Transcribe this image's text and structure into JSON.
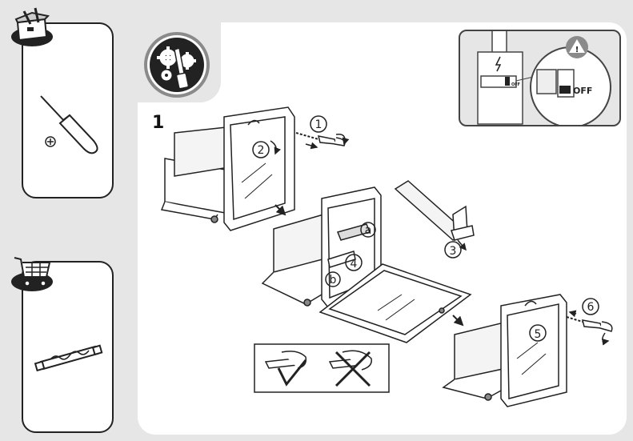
{
  "step": {
    "number": "1"
  },
  "power_switch": {
    "off_label": "OFF",
    "small_off_label": "OFF",
    "warning_symbol": "!"
  },
  "callouts": {
    "c1": "1",
    "c2": "2",
    "c3": "3",
    "c4": "4",
    "c5": "5",
    "c6": "6",
    "ca": "a",
    "cb": "b"
  },
  "icons": {
    "tools_badge": "toolbox-icon",
    "parts_badge": "shopping-cart-icon",
    "gear_badge": "gears-screwdriver-icon",
    "warning": "warning-triangle-icon",
    "electric": "lightning-icon",
    "phillips": "phillips-cross-icon",
    "screwdriver": "screwdriver-icon",
    "lamp": "halogen-lamp-icon"
  },
  "colors": {
    "background": "#e6e6e6",
    "panel": "#ffffff",
    "line": "#222222",
    "accent_gray": "#8a8a8a"
  }
}
